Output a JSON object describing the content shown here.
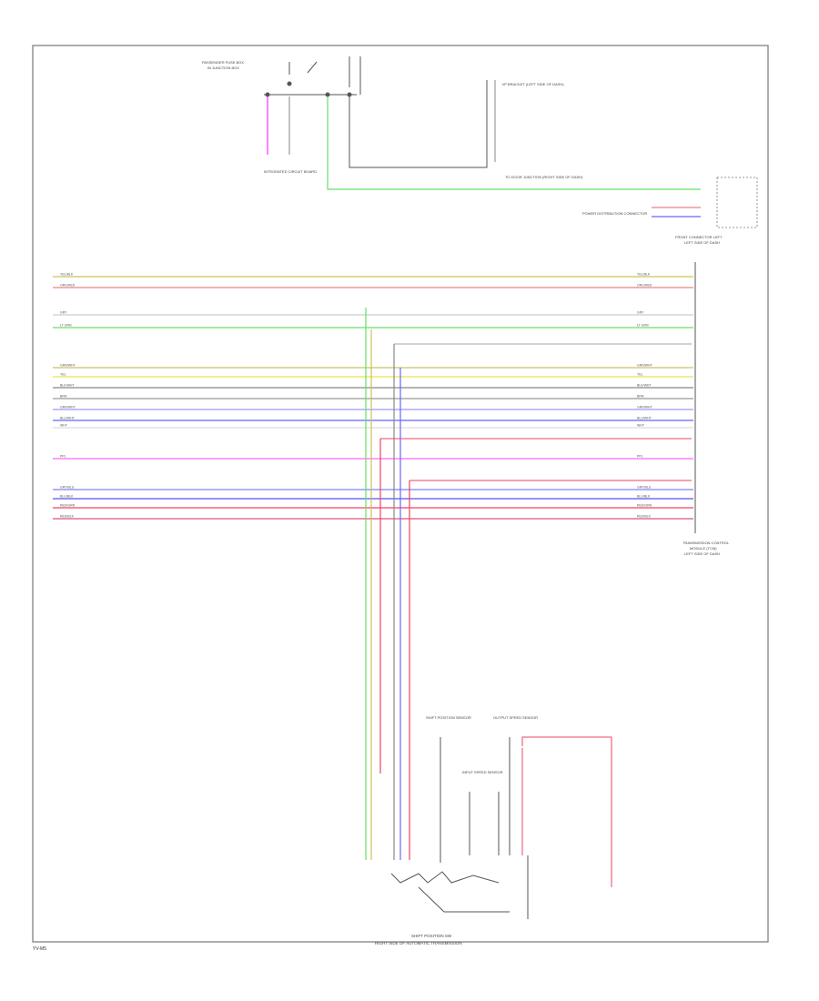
{
  "page": {
    "label": "YV-M5"
  },
  "top_components": {
    "ignition_switch_block": "PASSENGER FUSE BOX",
    "ignition_switch_sub": "IN JUNCTION BOX",
    "left_connector_label": "INTEGRATED CIRCUIT BOARD",
    "right_connector_label": "I/P BRACKET (LEFT SIDE OF DASH)",
    "right_connector_sub": "TO DOOR JUNCTION (RIGHT SIDE OF DASH)",
    "fuse_block_label": "FRONT CONNECTOR LEFT",
    "fuse_block_sub": "LEFT SIDE OF DASH",
    "ground_label": "POWER DISTRIBUTION CONNECTOR"
  },
  "ecm_label": {
    "line1": "TRANSMISSION CONTROL",
    "line2": "MODULE (TCM)",
    "line3": "LEFT SIDE OF DASH"
  },
  "bottom_label": {
    "line1": "SHIFT POSITION SW",
    "line2": "RIGHT SIDE OF AUTOMATIC TRANSMISSION"
  },
  "harness_wires": [
    {
      "name": "wire-01",
      "left": "YEL/BLK",
      "right": "YEL/BLK",
      "color": "#c9c35a"
    },
    {
      "name": "wire-02",
      "left": "ORG/RED",
      "right": "ORG/RED",
      "color": "#f08080"
    },
    {
      "name": "wire-03",
      "left": "GRY",
      "right": "GRY",
      "color": "#ffffff"
    },
    {
      "name": "wire-04",
      "left": "LT GRN",
      "right": "LT GRN",
      "color": "#66e066"
    },
    {
      "name": "wire-05",
      "left": "GRN/WHT",
      "right": "GRN/WHT",
      "color": "#c9c35a"
    },
    {
      "name": "wire-06",
      "left": "YEL",
      "right": "YEL",
      "color": "#e6e64d"
    },
    {
      "name": "wire-07",
      "left": "BLK/WHT",
      "right": "BLK/WHT",
      "color": "#888888"
    },
    {
      "name": "wire-08",
      "left": "BRN",
      "right": "BRN",
      "color": "#999999"
    },
    {
      "name": "wire-09",
      "left": "GRN/WHT",
      "right": "GRN/WHT",
      "color": "#9999ff"
    },
    {
      "name": "wire-10",
      "left": "BLU/WHT",
      "right": "BLU/WHT",
      "color": "#6666ff"
    },
    {
      "name": "wire-11",
      "left": "WHT",
      "right": "WHT",
      "color": "#dddddd"
    },
    {
      "name": "wire-12",
      "left": "PPL",
      "right": "PPL",
      "color": "#ff66ff"
    },
    {
      "name": "wire-13",
      "left": "GRY/BLU",
      "right": "GRY/BLU",
      "color": "#8080ff"
    },
    {
      "name": "wire-14",
      "left": "BLU/BLK",
      "right": "BLU/BLK",
      "color": "#5555ee"
    },
    {
      "name": "wire-15",
      "left": "RED/GRN",
      "right": "RED/GRN",
      "color": "#ee4466"
    },
    {
      "name": "wire-16",
      "left": "RED/BLK",
      "right": "RED/BLK",
      "color": "#dd5577"
    }
  ],
  "vertical_labels": {
    "sensor_a": "SHIFT POSITION SENSOR",
    "sensor_b": "INPUT SPEED SENSOR",
    "sensor_c": "OUTPUT SPEED SENSOR"
  }
}
